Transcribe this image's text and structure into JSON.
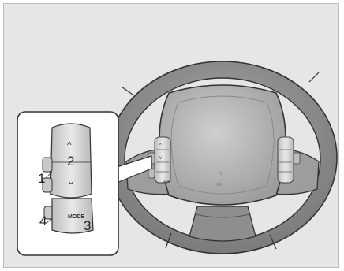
{
  "callouts": [
    {
      "id": "1",
      "label": "1"
    },
    {
      "id": "2",
      "label": "2"
    },
    {
      "id": "3",
      "label": "3"
    },
    {
      "id": "4",
      "label": "4"
    }
  ],
  "buttons": {
    "mode_label": "MODE",
    "mode_small_label": "MODE",
    "volume_up_symbol": "^",
    "volume_down_symbol": "⌄"
  },
  "colors": {
    "background": "#e6e6e6",
    "wheel_rim": "#8f8f8f",
    "airbag": "#b5b5b5",
    "button": "#d9d9d9"
  },
  "icons": [
    "steering-wheel",
    "airbag-cover",
    "volume-up-button",
    "volume-down-button",
    "mode-button",
    "seek-button",
    "mute-button"
  ]
}
